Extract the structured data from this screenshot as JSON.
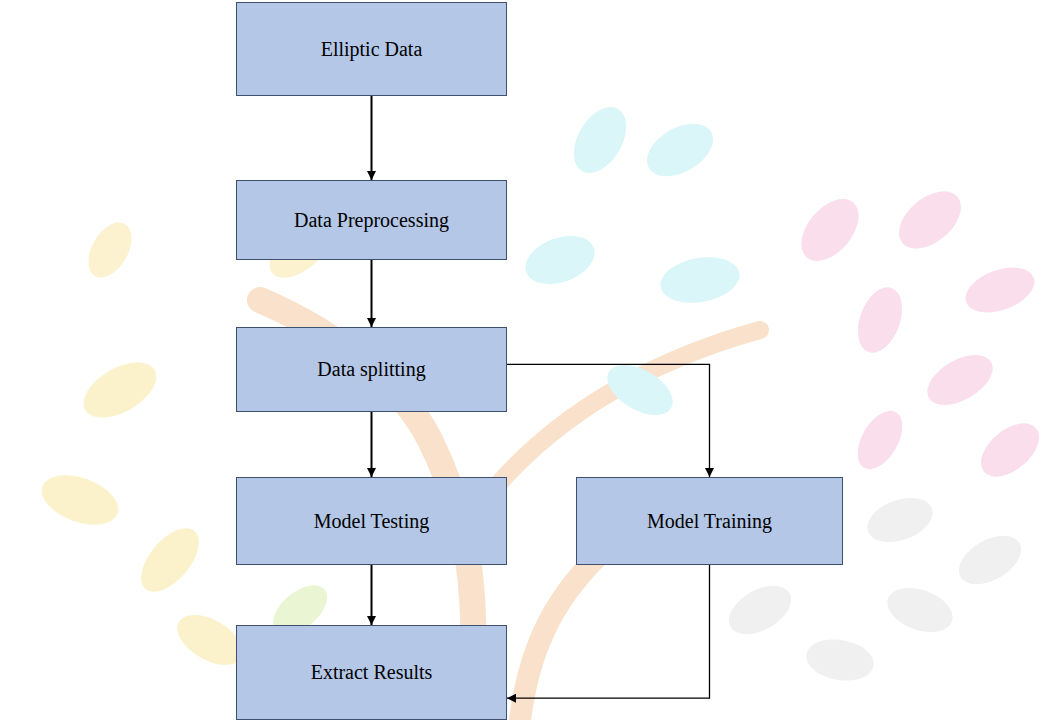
{
  "diagram": {
    "nodes": [
      {
        "text": [
          "Elliptic Data"
        ]
      },
      {
        "text": [
          "Data Preprocessing"
        ]
      },
      {
        "text": [
          "Data splitting"
        ]
      },
      {
        "text": [
          "Model Testing"
        ]
      },
      {
        "text": [
          "Model Training"
        ]
      },
      {
        "text": [
          "Extract Results"
        ]
      }
    ],
    "edges": [
      {
        "from": 0,
        "to": 1,
        "arrow": "to"
      },
      {
        "from": 1,
        "to": 2,
        "arrow": "to"
      },
      {
        "from": 2,
        "to": 3,
        "arrow": "to"
      },
      {
        "from": 2,
        "to": 4,
        "arrow": "to"
      },
      {
        "from": 3,
        "to": 5,
        "arrow": "to"
      },
      {
        "from": 4,
        "to": 5,
        "arrow": "to"
      }
    ]
  }
}
